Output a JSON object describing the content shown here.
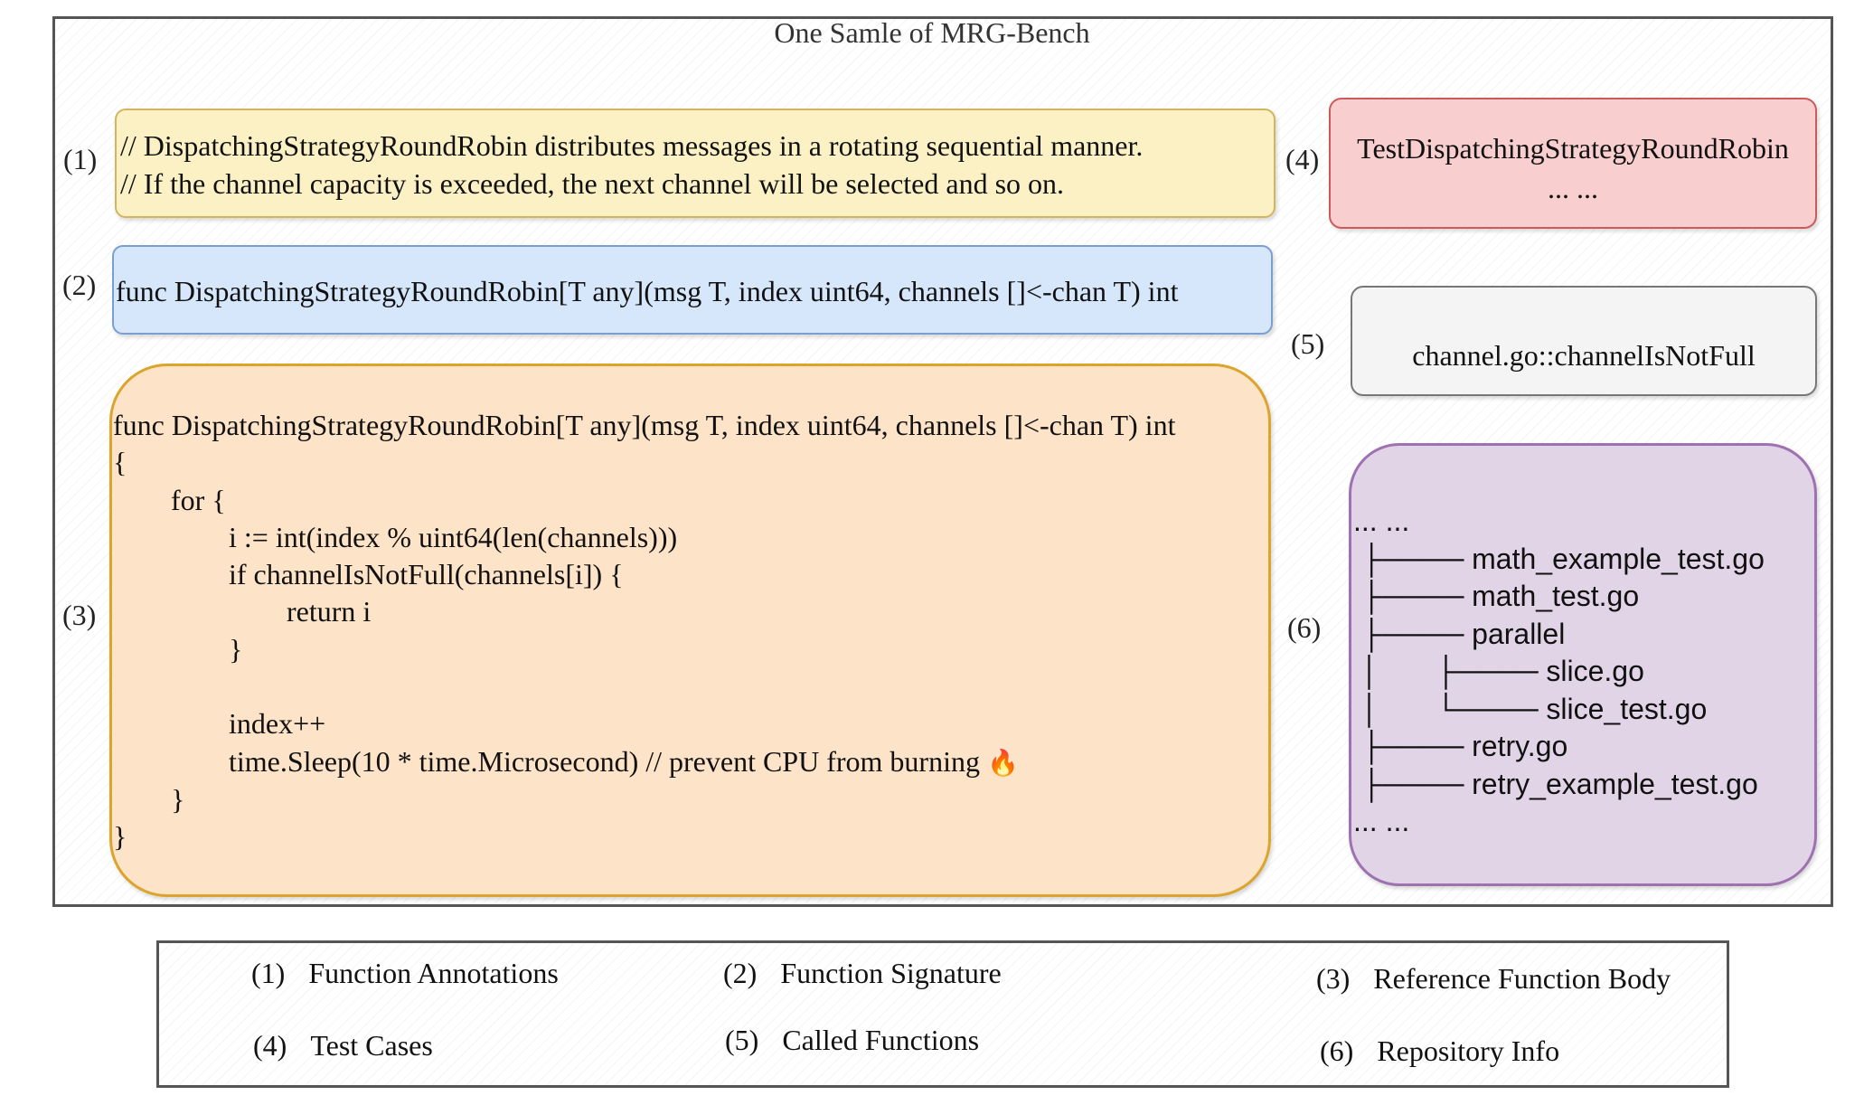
{
  "title": "One Samle of MRG-Bench",
  "labels": {
    "n1": "(1)",
    "n2": "(2)",
    "n3": "(3)",
    "n4": "(4)",
    "n5": "(5)",
    "n6": "(6)"
  },
  "annotation": {
    "line1": "// DispatchingStrategyRoundRobin distributes messages in a rotating sequential manner.",
    "line2": "// If the channel capacity is exceeded, the next channel will be selected and so on."
  },
  "signature": "func DispatchingStrategyRoundRobin[T any](msg T, index uint64, channels []<-chan T) int",
  "body": {
    "lines": [
      "func DispatchingStrategyRoundRobin[T any](msg T, index uint64, channels []<-chan T) int",
      "{",
      "        for {",
      "                i := int(index % uint64(len(channels)))",
      "                if channelIsNotFull(channels[i]) {",
      "                        return i",
      "                }",
      "",
      "                index++",
      "                time.Sleep(10 * time.Microsecond) // prevent CPU from burning ",
      "        }",
      "}"
    ],
    "fire_icon": "fire-icon"
  },
  "test_cases": {
    "name": "TestDispatchingStrategyRoundRobin",
    "ellipsis": "... ..."
  },
  "called_functions": "channel.go::channelIsNotFull",
  "repository": {
    "lines": [
      "... ...",
      " ├──── math_example_test.go",
      " ├──── math_test.go",
      " ├──── parallel",
      " │       ├──── slice.go",
      " │       └──── slice_test.go",
      " ├──── retry.go",
      " ├──── retry_example_test.go",
      "... ..."
    ]
  },
  "legend": {
    "items": [
      {
        "num": "(1)",
        "text": "Function Annotations"
      },
      {
        "num": "(2)",
        "text": "Function Signature"
      },
      {
        "num": "(3)",
        "text": "Reference Function Body"
      },
      {
        "num": "(4)",
        "text": "Test Cases"
      },
      {
        "num": "(5)",
        "text": "Called Functions"
      },
      {
        "num": "(6)",
        "text": "Repository Info"
      }
    ]
  },
  "colors": {
    "annotation_fill": "#fcf1c5",
    "signature_fill": "#d6e6fb",
    "body_fill": "#fde3c7",
    "test_fill": "#f8cece",
    "called_fill": "#f4f4f4",
    "repo_fill": "#e1d4e7"
  }
}
